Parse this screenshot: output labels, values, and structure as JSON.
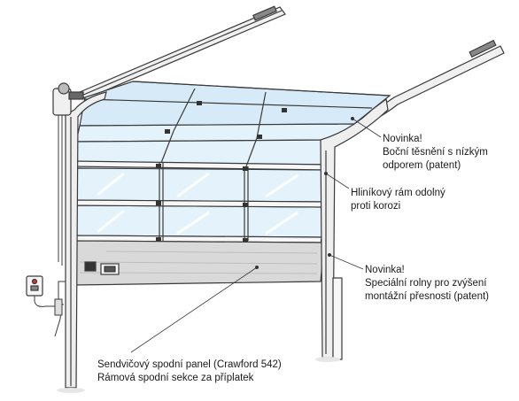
{
  "callouts": {
    "side_seal": {
      "lines": [
        "Novinka!",
        "Boční těsnění s nízkým",
        "odporem (patent)"
      ]
    },
    "aluminium_frame": {
      "lines": [
        "Hliníkový rám odolný",
        "proti korozi"
      ]
    },
    "rollers": {
      "lines": [
        "Novinka!",
        "Speciální rolny pro zvýšení",
        "montážní přesnosti (patent)"
      ]
    },
    "bottom_panel": {
      "lines": [
        "Sendvičový spodní panel (Crawford 542)",
        "Rámová spodní sekce za příplatek"
      ]
    }
  },
  "colors": {
    "line": "#3a3a3a",
    "glass": "#e4f2fb",
    "glass_top": "#d6ebf7",
    "frame": "#f7f7f7",
    "panel": "#d9d9d9",
    "track": "#efefef"
  }
}
